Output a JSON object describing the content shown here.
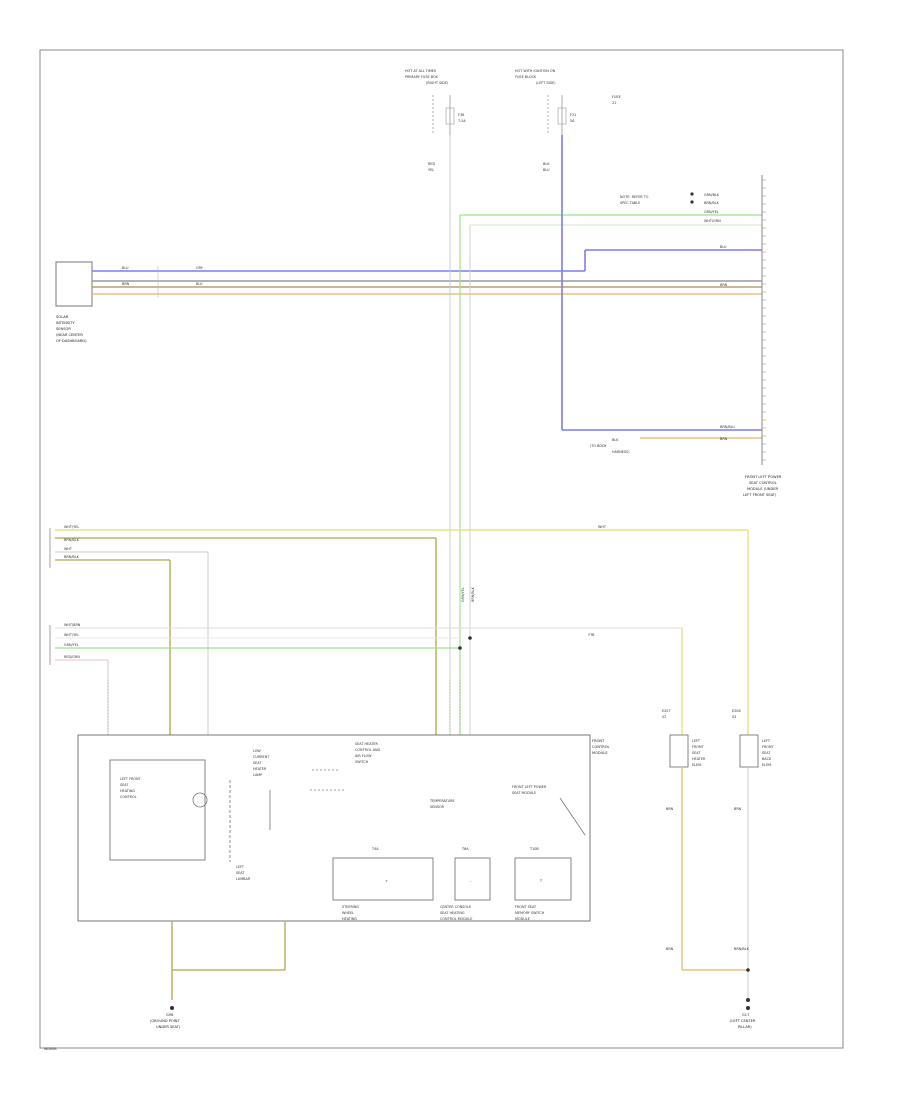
{
  "page_id": "WD00A",
  "top_supplies": {
    "left": {
      "lines": [
        "HOT AT ALL TIMES",
        "PRIMARY FUSE BOX",
        "(RIGHT SIDE)"
      ],
      "fuse": [
        "F36",
        "7.5A"
      ],
      "wire": [
        "RED",
        "YEL"
      ]
    },
    "right": {
      "lines": [
        "HOT WITH IGNITION ON",
        "FUSE BLOCK",
        "(LEFT SIDE)"
      ],
      "fuse": [
        "F21",
        "5A"
      ],
      "wire": [
        "BLK",
        "BLU"
      ],
      "side_note": [
        "FUSE",
        "21"
      ]
    }
  },
  "sensor": {
    "lines": [
      "SOLAR",
      "INTENSITY",
      "SENSOR",
      "(NEAR CENTER",
      "OF DASHBOARD)"
    ]
  },
  "horizontal_wires": [
    "BLU",
    "GRY",
    "BRN",
    "BLU"
  ],
  "connector_right": {
    "title": [
      "FRONT LEFT POWER",
      "SEAT CONTROL",
      "MODULE (UNDER",
      "LEFT FRONT SEAT)"
    ],
    "labels": [
      "GRN/BLK",
      "BRN/BLK",
      "GRN/YEL",
      "WHT/GRN",
      "BLU",
      "BRN",
      "BRN/BLU",
      "BRN"
    ],
    "side_notes": [
      "NOTE: REFER TO",
      "SPEC TABLE"
    ],
    "bottom_note": [
      "BLK",
      "(TO BODY",
      "HARNESS)"
    ]
  },
  "left_connector": {
    "labels": [
      "WHT/YEL",
      "BRN/BLK",
      "WHT",
      "BRN/BLK"
    ],
    "labels2": [
      "WHT/BRN",
      "WHT/YEL",
      "GRN/YEL",
      "RED/GRN"
    ]
  },
  "mid_labels": {
    "wht": "WHT",
    "ytb": "YTB",
    "vert": [
      "GRN/YEL",
      "BRN/BLK"
    ]
  },
  "module": {
    "title": [
      "FRONT",
      "CONTROL",
      "MODULE"
    ],
    "inner": [
      "LEFT FRONT",
      "SEAT",
      "HEATING",
      "CONTROL"
    ],
    "text1": [
      "LOW",
      "CURRENT",
      "SEAT",
      "HEATER",
      "LAMP"
    ],
    "text2": [
      "SEAT HEATER",
      "CONTROL AND",
      "AIR FLOW",
      "SWITCH"
    ],
    "text3": [
      "LEFT",
      "SEAT",
      "LUMBAR"
    ],
    "text4": [
      "TEMPERATURE",
      "SENSOR"
    ],
    "text5": [
      "FRONT LEFT POWER",
      "SEAT MODULE"
    ],
    "boxes": [
      {
        "name": [
          "STEERING",
          "WHEEL",
          "HEATING"
        ]
      },
      {
        "name": [
          "CENTER CONSOLE",
          "SEAT HEATING",
          "CONTROL MODULE"
        ]
      },
      {
        "name": [
          "FRONT SEAT",
          "MEMORY SWITCH",
          "MODULE"
        ]
      }
    ],
    "tags": [
      "T4A",
      "T6A",
      "T10B"
    ],
    "box_signs": [
      "+",
      "-",
      "T"
    ]
  },
  "right_components": [
    {
      "id": [
        "E207",
        "S2"
      ],
      "name": [
        "LEFT",
        "FRONT",
        "SEAT",
        "HEATER",
        "ELEM."
      ]
    },
    {
      "id": [
        "E208",
        "S3"
      ],
      "name": [
        "LEFT",
        "FRONT",
        "SEAT",
        "BACK",
        "ELEM."
      ]
    }
  ],
  "grounds": {
    "left": {
      "lines": [
        "G96",
        "(GROUND POINT",
        "UNDER SEAT)"
      ]
    },
    "right": {
      "lines": [
        "G17",
        "(LEFT CENTER",
        "PILLAR)"
      ]
    }
  },
  "wire_labels_small": [
    "BRN",
    "BRN",
    "BRN",
    "BRN/BLK"
  ],
  "colors": {
    "blue": "#7b7bf0",
    "green": "#9be48a",
    "yellow": "#e6e08a",
    "olive": "#bcb66a",
    "gray": "#9a9a9a",
    "brown": "#b8a070",
    "pink": "#e8c0c0",
    "line": "#555555"
  }
}
